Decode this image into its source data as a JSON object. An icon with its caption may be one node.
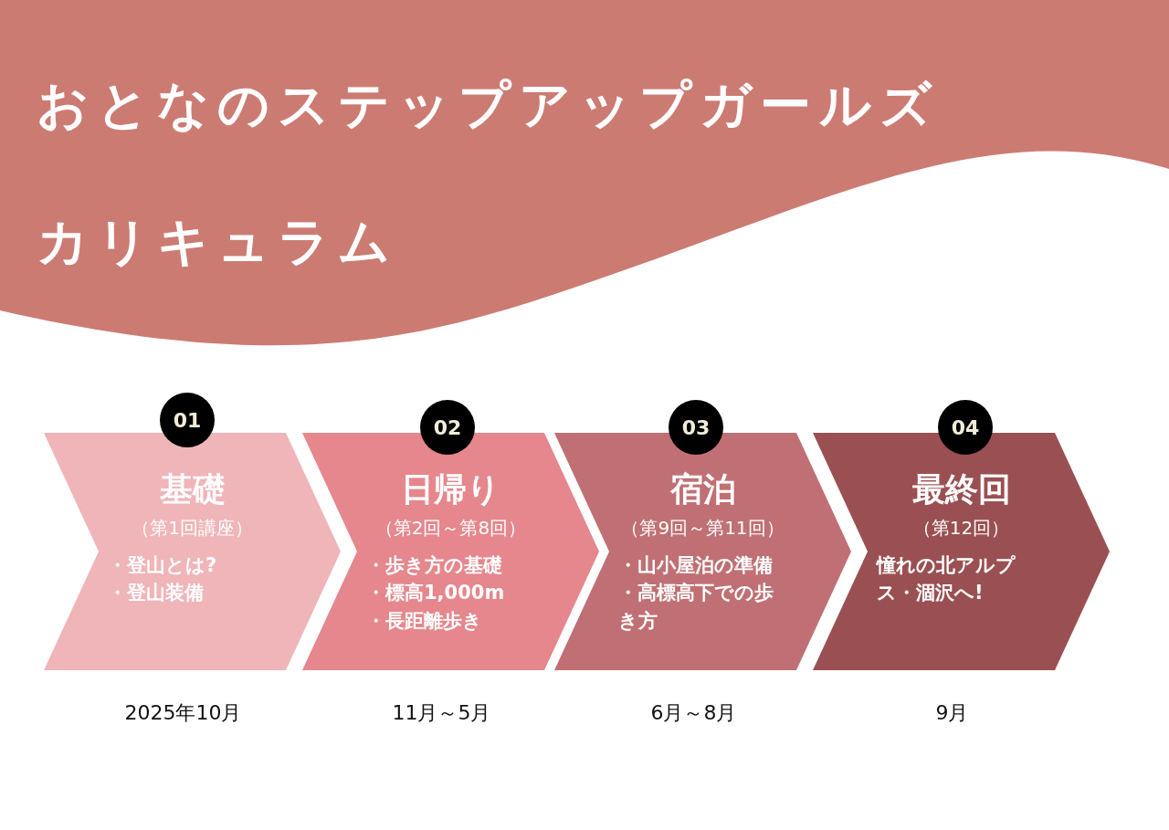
{
  "diagram": {
    "title": "おとなのステップアップガールズカリキュラム",
    "nodes": [
      {
        "text": [
          "01"
        ]
      },
      {
        "text": [
          "基礎",
          "（第1回講座）",
          "・登山とは?",
          "・登山装備"
        ],
        "beside": [
          "2025年10月"
        ]
      },
      {
        "text": [
          "02"
        ]
      },
      {
        "text": [
          "日帰り",
          "（第2回～第8回）",
          "・歩き方の基礎",
          "・標高1,000m",
          "・長距離歩き"
        ],
        "beside": [
          "11月～5月"
        ]
      },
      {
        "text": [
          "03"
        ]
      },
      {
        "text": [
          "宿泊",
          "（第9回～第11回）",
          "・山小屋泊の準備",
          "・高標高下での歩き方"
        ],
        "beside": [
          "6月～8月"
        ]
      },
      {
        "text": [
          "04"
        ]
      },
      {
        "text": [
          "最終回",
          "（第12回）",
          "憧れの北アルプス・涸沢へ!"
        ],
        "beside": [
          "9月"
        ]
      }
    ]
  }
}
